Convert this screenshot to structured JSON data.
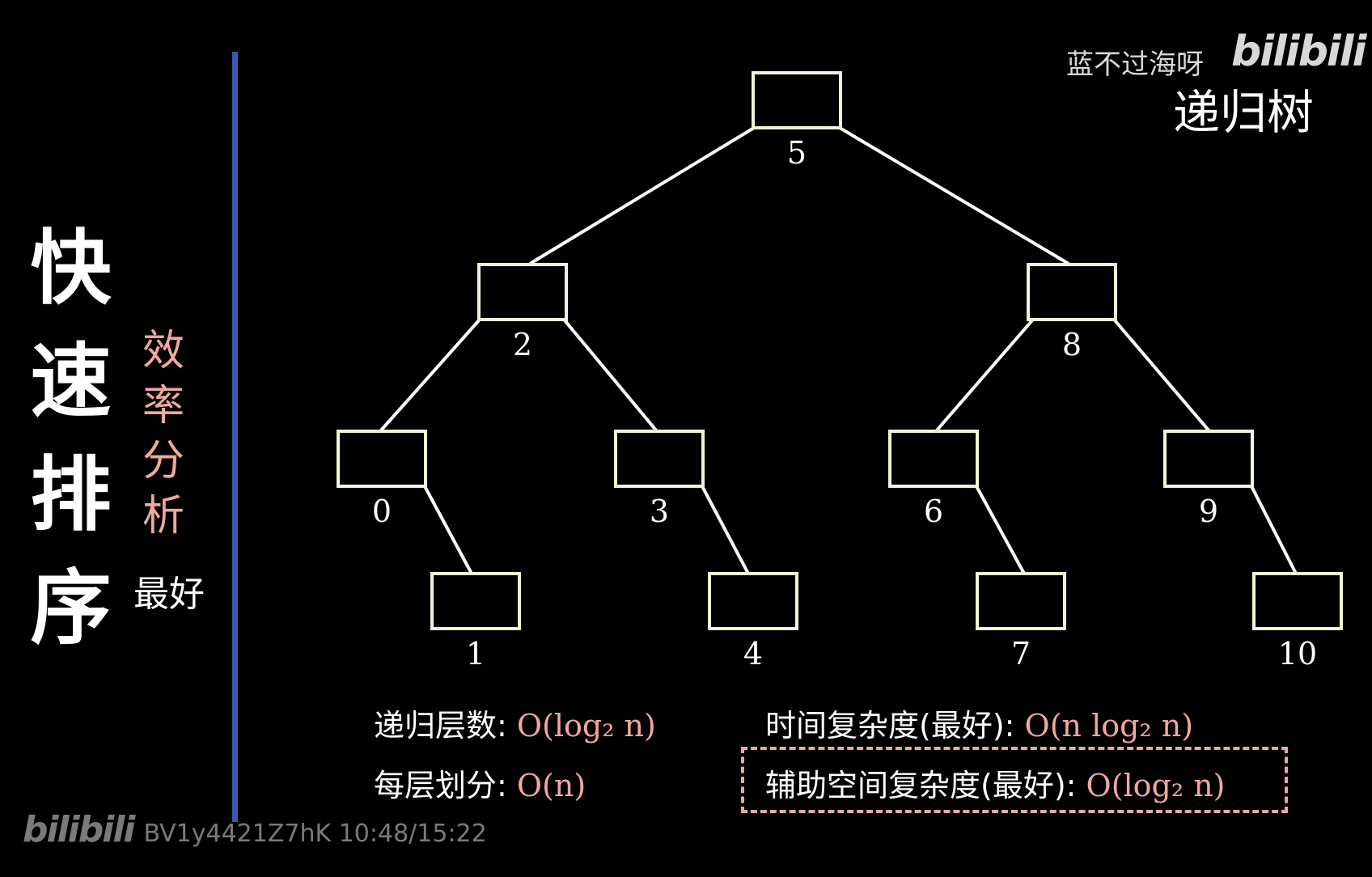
{
  "sidebar": {
    "title": "快速排序",
    "subtitle": "效率分析",
    "case": "最好"
  },
  "watermark": {
    "author": "蓝不过海呀",
    "logo": "bilibili",
    "section": "递归树"
  },
  "tree": {
    "nodes": [
      {
        "id": "n5",
        "label": "5"
      },
      {
        "id": "n2",
        "label": "2"
      },
      {
        "id": "n8",
        "label": "8"
      },
      {
        "id": "n0",
        "label": "0"
      },
      {
        "id": "n3",
        "label": "3"
      },
      {
        "id": "n6",
        "label": "6"
      },
      {
        "id": "n9",
        "label": "9"
      },
      {
        "id": "n1",
        "label": "1"
      },
      {
        "id": "n4",
        "label": "4"
      },
      {
        "id": "n7",
        "label": "7"
      },
      {
        "id": "n10",
        "label": "10"
      }
    ],
    "edges": [
      [
        "n5",
        "n2"
      ],
      [
        "n5",
        "n8"
      ],
      [
        "n2",
        "n0"
      ],
      [
        "n2",
        "n3"
      ],
      [
        "n8",
        "n6"
      ],
      [
        "n8",
        "n9"
      ],
      [
        "n0",
        "n1"
      ],
      [
        "n3",
        "n4"
      ],
      [
        "n6",
        "n7"
      ],
      [
        "n9",
        "n10"
      ]
    ]
  },
  "formulas": {
    "depth_label": "递归层数: ",
    "depth_value": "O(log₂ n)",
    "partition_label": "每层划分: ",
    "partition_value": "O(n)",
    "time_label": "时间复杂度(最好): ",
    "time_value": "O(n log₂ n)",
    "space_label": "辅助空间复杂度(最好): ",
    "space_value": "O(log₂ n)"
  },
  "footer": {
    "logo": "bilibili",
    "video_info": "BV1y4421Z7hK 10:48/15:22"
  },
  "colors": {
    "accent_pink": "#f0a8a0",
    "divider_blue": "#3a5bb0",
    "node_border": "#f3f3d6"
  }
}
